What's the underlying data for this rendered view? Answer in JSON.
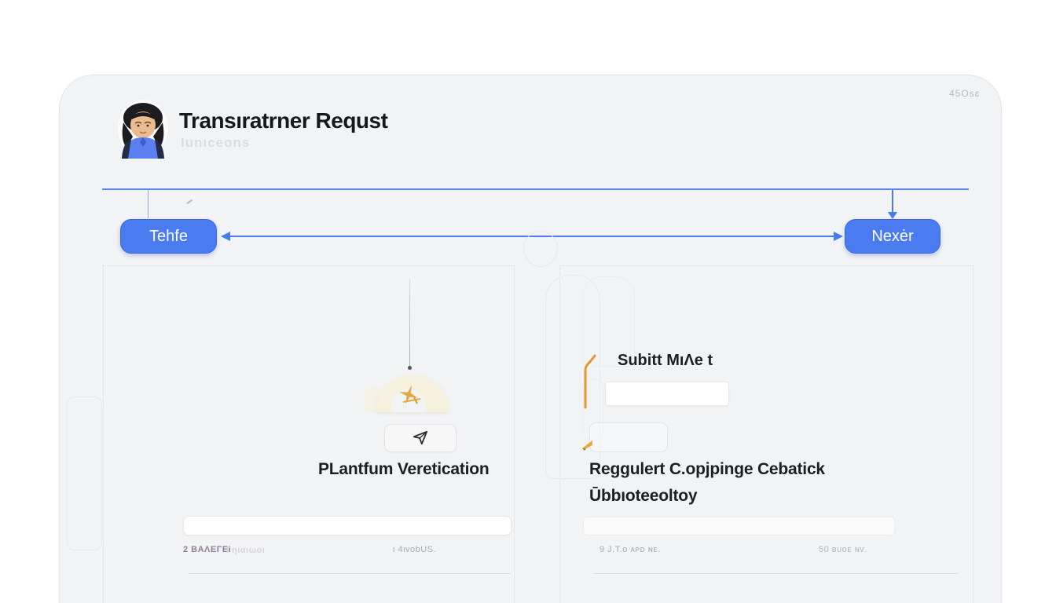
{
  "colors": {
    "accent_blue": "#4a7bf0",
    "line_blue": "#5b85e8",
    "orange": "#e2a138"
  },
  "card": {
    "watermark": "45Osɛ"
  },
  "header": {
    "title": "Transıratrner Requst",
    "subtitle": "Iunıceons"
  },
  "flow": {
    "left_button": "Tehfe",
    "right_button": "Nexėr"
  },
  "left_panel": {
    "title": "PLantfum Veretication",
    "input_value": "",
    "footer_left_strong": "2 BAΛΕΓΕΙ",
    "footer_left_faint": "Γηιαιωοι",
    "footer_right": "ι 4ιvobUS."
  },
  "right_panel": {
    "step_label": "Subitt MıΛe t",
    "top_input_value": "",
    "heading_line1": "Reggulert C.opjpinge Cebatick",
    "heading_line2": "Ūbbıoteeoltoy",
    "bottom_input_value": "",
    "footer_left": "9 J.T.o ᴀᴘᴅ ɴᴇ.",
    "footer_right": "50 ʙᴜᴏᴇ ɴᴠ."
  },
  "icons": {
    "avatar": "person-avatar",
    "arch": "arch-icon",
    "sparkle": "sparkle-icon",
    "plane": "paper-plane-icon",
    "step_marker": "orange-one-icon",
    "flag": "flag-icon"
  }
}
